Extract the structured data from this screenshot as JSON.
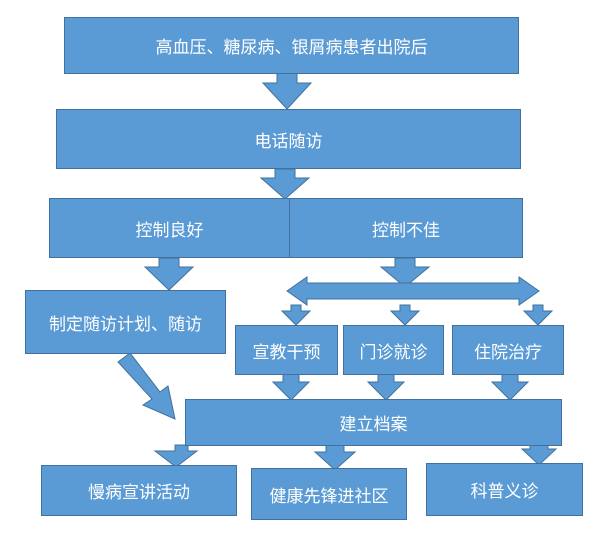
{
  "nodes": {
    "discharge": "高血压、糖尿病、银屑病患者出院后",
    "phone": "电话随访",
    "good": "控制良好",
    "poor": "控制不佳",
    "plan": "制定随访计划、随访",
    "edu": "宣教干预",
    "clinic": "门诊就诊",
    "hospital": "住院治疗",
    "archive": "建立档案",
    "chronic": "慢病宣讲活动",
    "pioneer": "健康先锋进社区",
    "science": "科普义诊"
  },
  "colors": {
    "fill": "#5b9bd5",
    "stroke": "#41719c",
    "text": "#ffffff"
  }
}
